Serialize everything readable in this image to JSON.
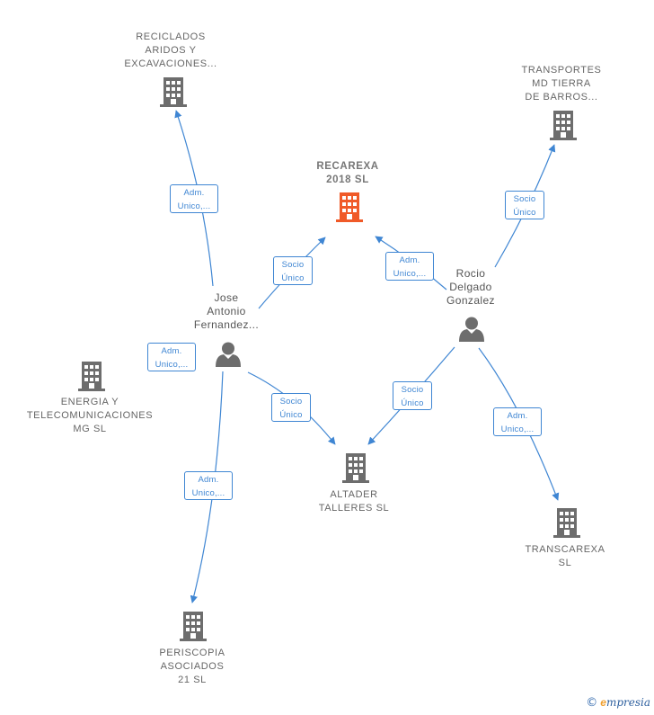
{
  "colors": {
    "edge": "#3f86d3",
    "company": "#6d6d6d",
    "main_company": "#f05a28",
    "person": "#6d6d6d"
  },
  "nodes": {
    "reciclados": "RECICLADOS\nARIDOS Y\nEXCAVACIONES...",
    "transportes": "TRANSPORTES\nMD TIERRA\nDE BARROS...",
    "recarexa": "RECAREXA\n2018  SL",
    "energia": "ENERGIA Y\nTELECOMUNICACIONES\nMG  SL",
    "altader": "ALTADER\nTALLERES  SL",
    "transcarexa": "TRANSCAREXA\nSL",
    "periscopia": "PERISCOPIA\nASOCIADOS\n21 SL"
  },
  "people": {
    "jose": "Jose\nAntonio\nFernandez...",
    "rocio": "Rocio\nDelgado\nGonzalez"
  },
  "edges": {
    "jose_reciclados": "Adm.\nUnico,...",
    "jose_recarexa": "Socio\nÚnico",
    "jose_energia": "Adm.\nUnico,...",
    "jose_altader": "Socio\nÚnico",
    "jose_periscopia": "Adm.\nUnico,...",
    "rocio_recarexa": "Adm.\nUnico,...",
    "rocio_transportes": "Socio\nÚnico",
    "rocio_altader": "Socio\nÚnico",
    "rocio_transcarexa": "Adm.\nUnico,..."
  },
  "footer": {
    "copyright": "©",
    "brand_initial": "e",
    "brand_rest": "mpresia"
  }
}
